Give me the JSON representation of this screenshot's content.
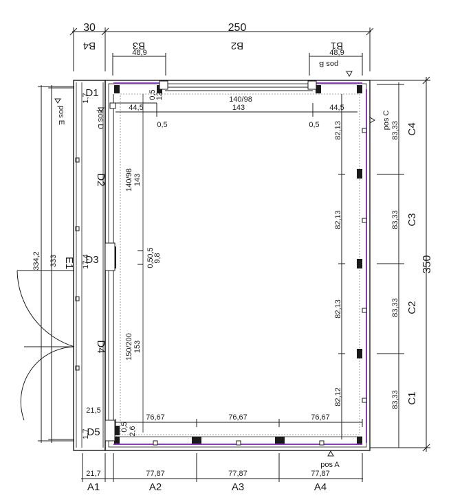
{
  "colors": {
    "line": "#1a1a1a",
    "purple": "#8a3cc0",
    "hatch": "#888888"
  },
  "overall": {
    "width_top_a": "30",
    "width_top_b": "250",
    "height_right": "350"
  },
  "top_labels": {
    "B4": "B4",
    "B3": "B3",
    "B2": "B2",
    "B1": "B1",
    "b3_dim": "48,9",
    "b1_dim": "48,9",
    "pos_b": "pos B"
  },
  "bottom_labels": {
    "A1": "A1",
    "A2": "A2",
    "A3": "A3",
    "A4": "A4",
    "a1_dim": "21,7",
    "a2_dim": "77,87",
    "a3_dim": "77,87",
    "a4_dim": "77,87",
    "pos_a": "pos A"
  },
  "right_labels": {
    "C1": "C1",
    "C2": "C2",
    "C3": "C3",
    "C4": "C4",
    "c_dim": "83,33",
    "pos_c": "pos C"
  },
  "inner": {
    "right_dims": [
      "82,13",
      "82,13",
      "82,13",
      "82,12"
    ],
    "bottom_dims": [
      "76,67",
      "76,67",
      "76,67"
    ],
    "top_window": "140/98",
    "top_143": "143",
    "d1_offset": "44,5",
    "b1_offset": "44,5",
    "half_left": "0,5",
    "half_right": "0,5",
    "left_window": "140/98",
    "left_143": "143",
    "left_door": "150/200",
    "left_153": "153",
    "d3_05": "0,5",
    "d3_05b": "0,5",
    "d3_98": "9,8",
    "d1_17": "1,7",
    "d1_12": "12",
    "d1_05": "0,5",
    "d5_17": "1,7",
    "d5_05": "0,5",
    "d5_26": "2,6",
    "d5_215": "21,5",
    "d3_174": "17,4"
  },
  "left_labels": {
    "D1": "D1",
    "D2": "D2",
    "D3": "D3",
    "D4": "D4",
    "D5": "D5",
    "E1": "E1",
    "pos_d": "pos D",
    "pos_e": "pos E",
    "e_334": "334,2",
    "e_333": "333"
  }
}
